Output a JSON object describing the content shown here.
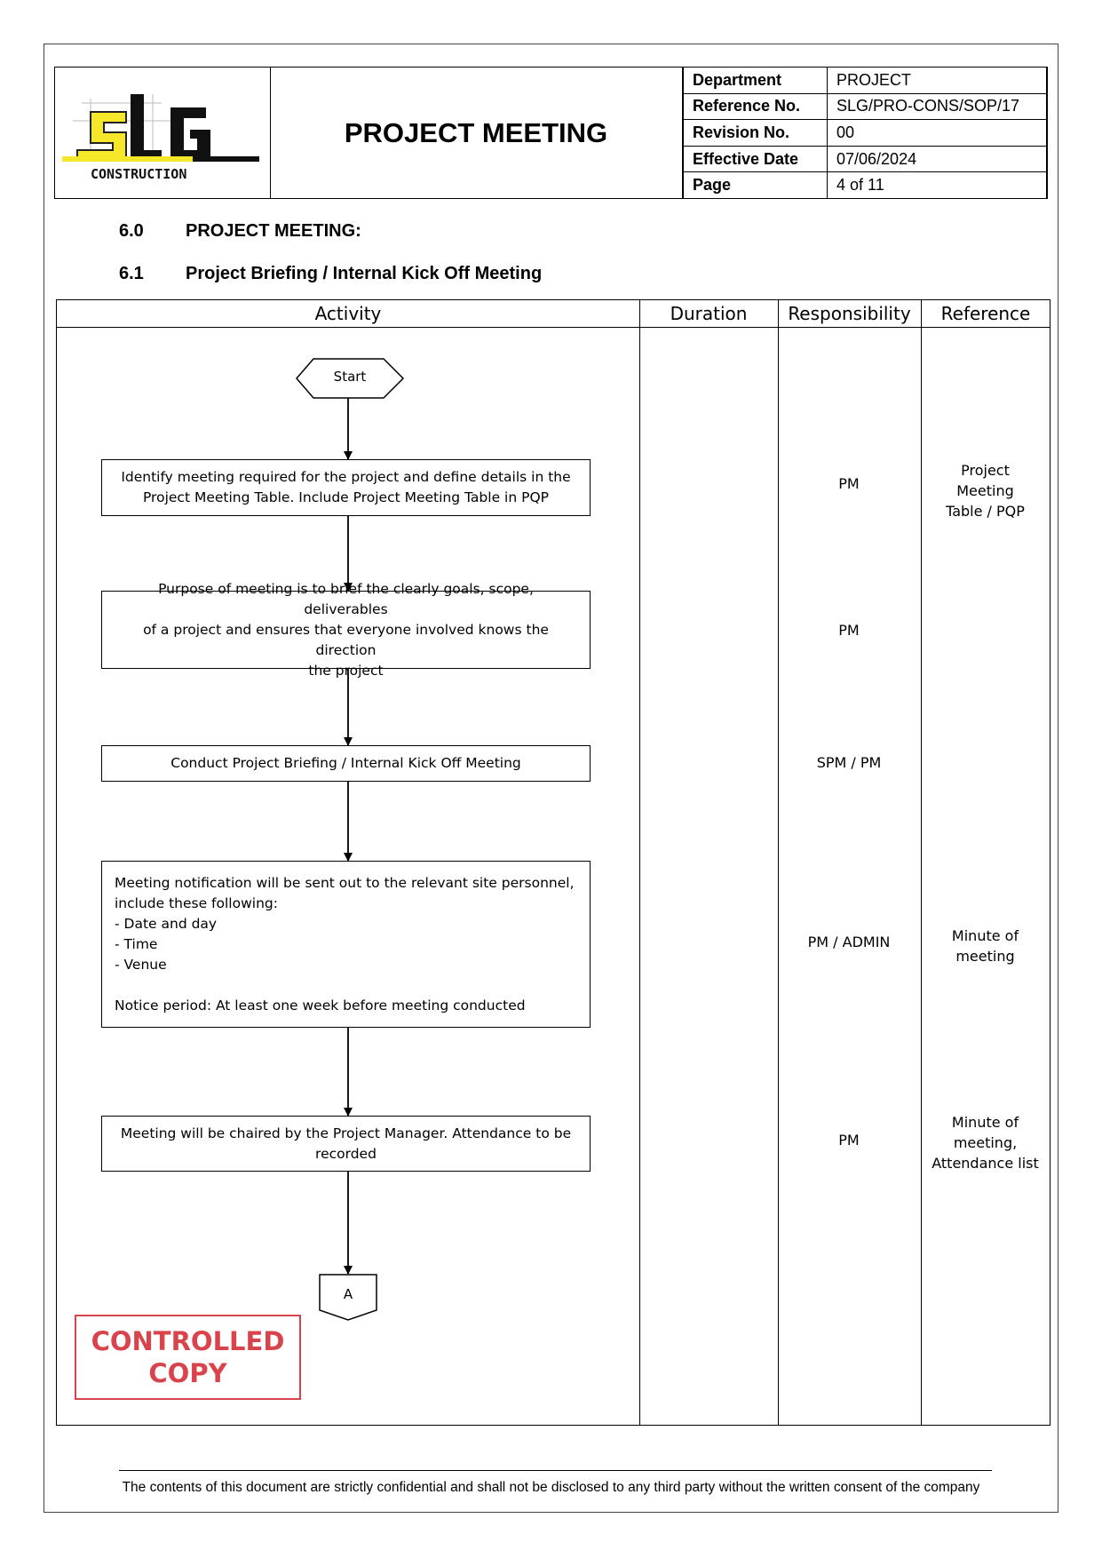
{
  "header": {
    "logo_text": "SLG",
    "logo_subtext": "CONSTRUCTION",
    "title": "PROJECT MEETING",
    "info": [
      {
        "label": "Department",
        "value": "PROJECT"
      },
      {
        "label": "Reference No.",
        "value": "SLG/PRO-CONS/SOP/17"
      },
      {
        "label": "Revision No.",
        "value": "00"
      },
      {
        "label": "Effective Date",
        "value": "07/06/2024"
      },
      {
        "label": "Page",
        "value": "4 of 11"
      }
    ]
  },
  "sections": [
    {
      "number": "6.0",
      "title": "PROJECT MEETING:"
    },
    {
      "number": "6.1",
      "title": "Project Briefing / Internal Kick Off Meeting"
    }
  ],
  "table": {
    "columns": [
      "Activity",
      "Duration",
      "Responsibility",
      "Reference"
    ]
  },
  "flow": {
    "start": "Start",
    "connector": "A",
    "steps": [
      {
        "lines": [
          "Identify meeting required for the project and define details in the",
          "Project Meeting Table. Include Project Meeting Table in PQP"
        ],
        "responsibility": "PM",
        "reference": [
          "Project",
          "Meeting",
          "Table / PQP"
        ]
      },
      {
        "lines": [
          "Purpose of meeting is to brief the clearly goals, scope, deliverables",
          "of a project and ensures that everyone involved knows the direction",
          "the project"
        ],
        "responsibility": "PM",
        "reference": []
      },
      {
        "lines": [
          "Conduct Project Briefing / Internal Kick Off Meeting"
        ],
        "responsibility": "SPM / PM",
        "reference": []
      },
      {
        "lines": [
          "Meeting notification will be sent out to the relevant site personnel,",
          "include these following:",
          "- Date and day",
          "- Time",
          "- Venue",
          "",
          "Notice period: At least one week before meeting conducted"
        ],
        "responsibility": "PM / ADMIN",
        "reference": [
          "Minute of",
          "meeting"
        ]
      },
      {
        "lines": [
          "Meeting will be chaired by the Project Manager. Attendance to be",
          "recorded"
        ],
        "responsibility": "PM",
        "reference": [
          "Minute of",
          "meeting,",
          "Attendance list"
        ]
      }
    ]
  },
  "stamp": {
    "line1": "CONTROLLED",
    "line2": "COPY"
  },
  "footer": "The contents of this document are strictly confidential and shall not be disclosed to any third party without the written consent of the company",
  "colors": {
    "logo_yellow": "#f5e82a",
    "stamp_red": "#d9444c"
  }
}
